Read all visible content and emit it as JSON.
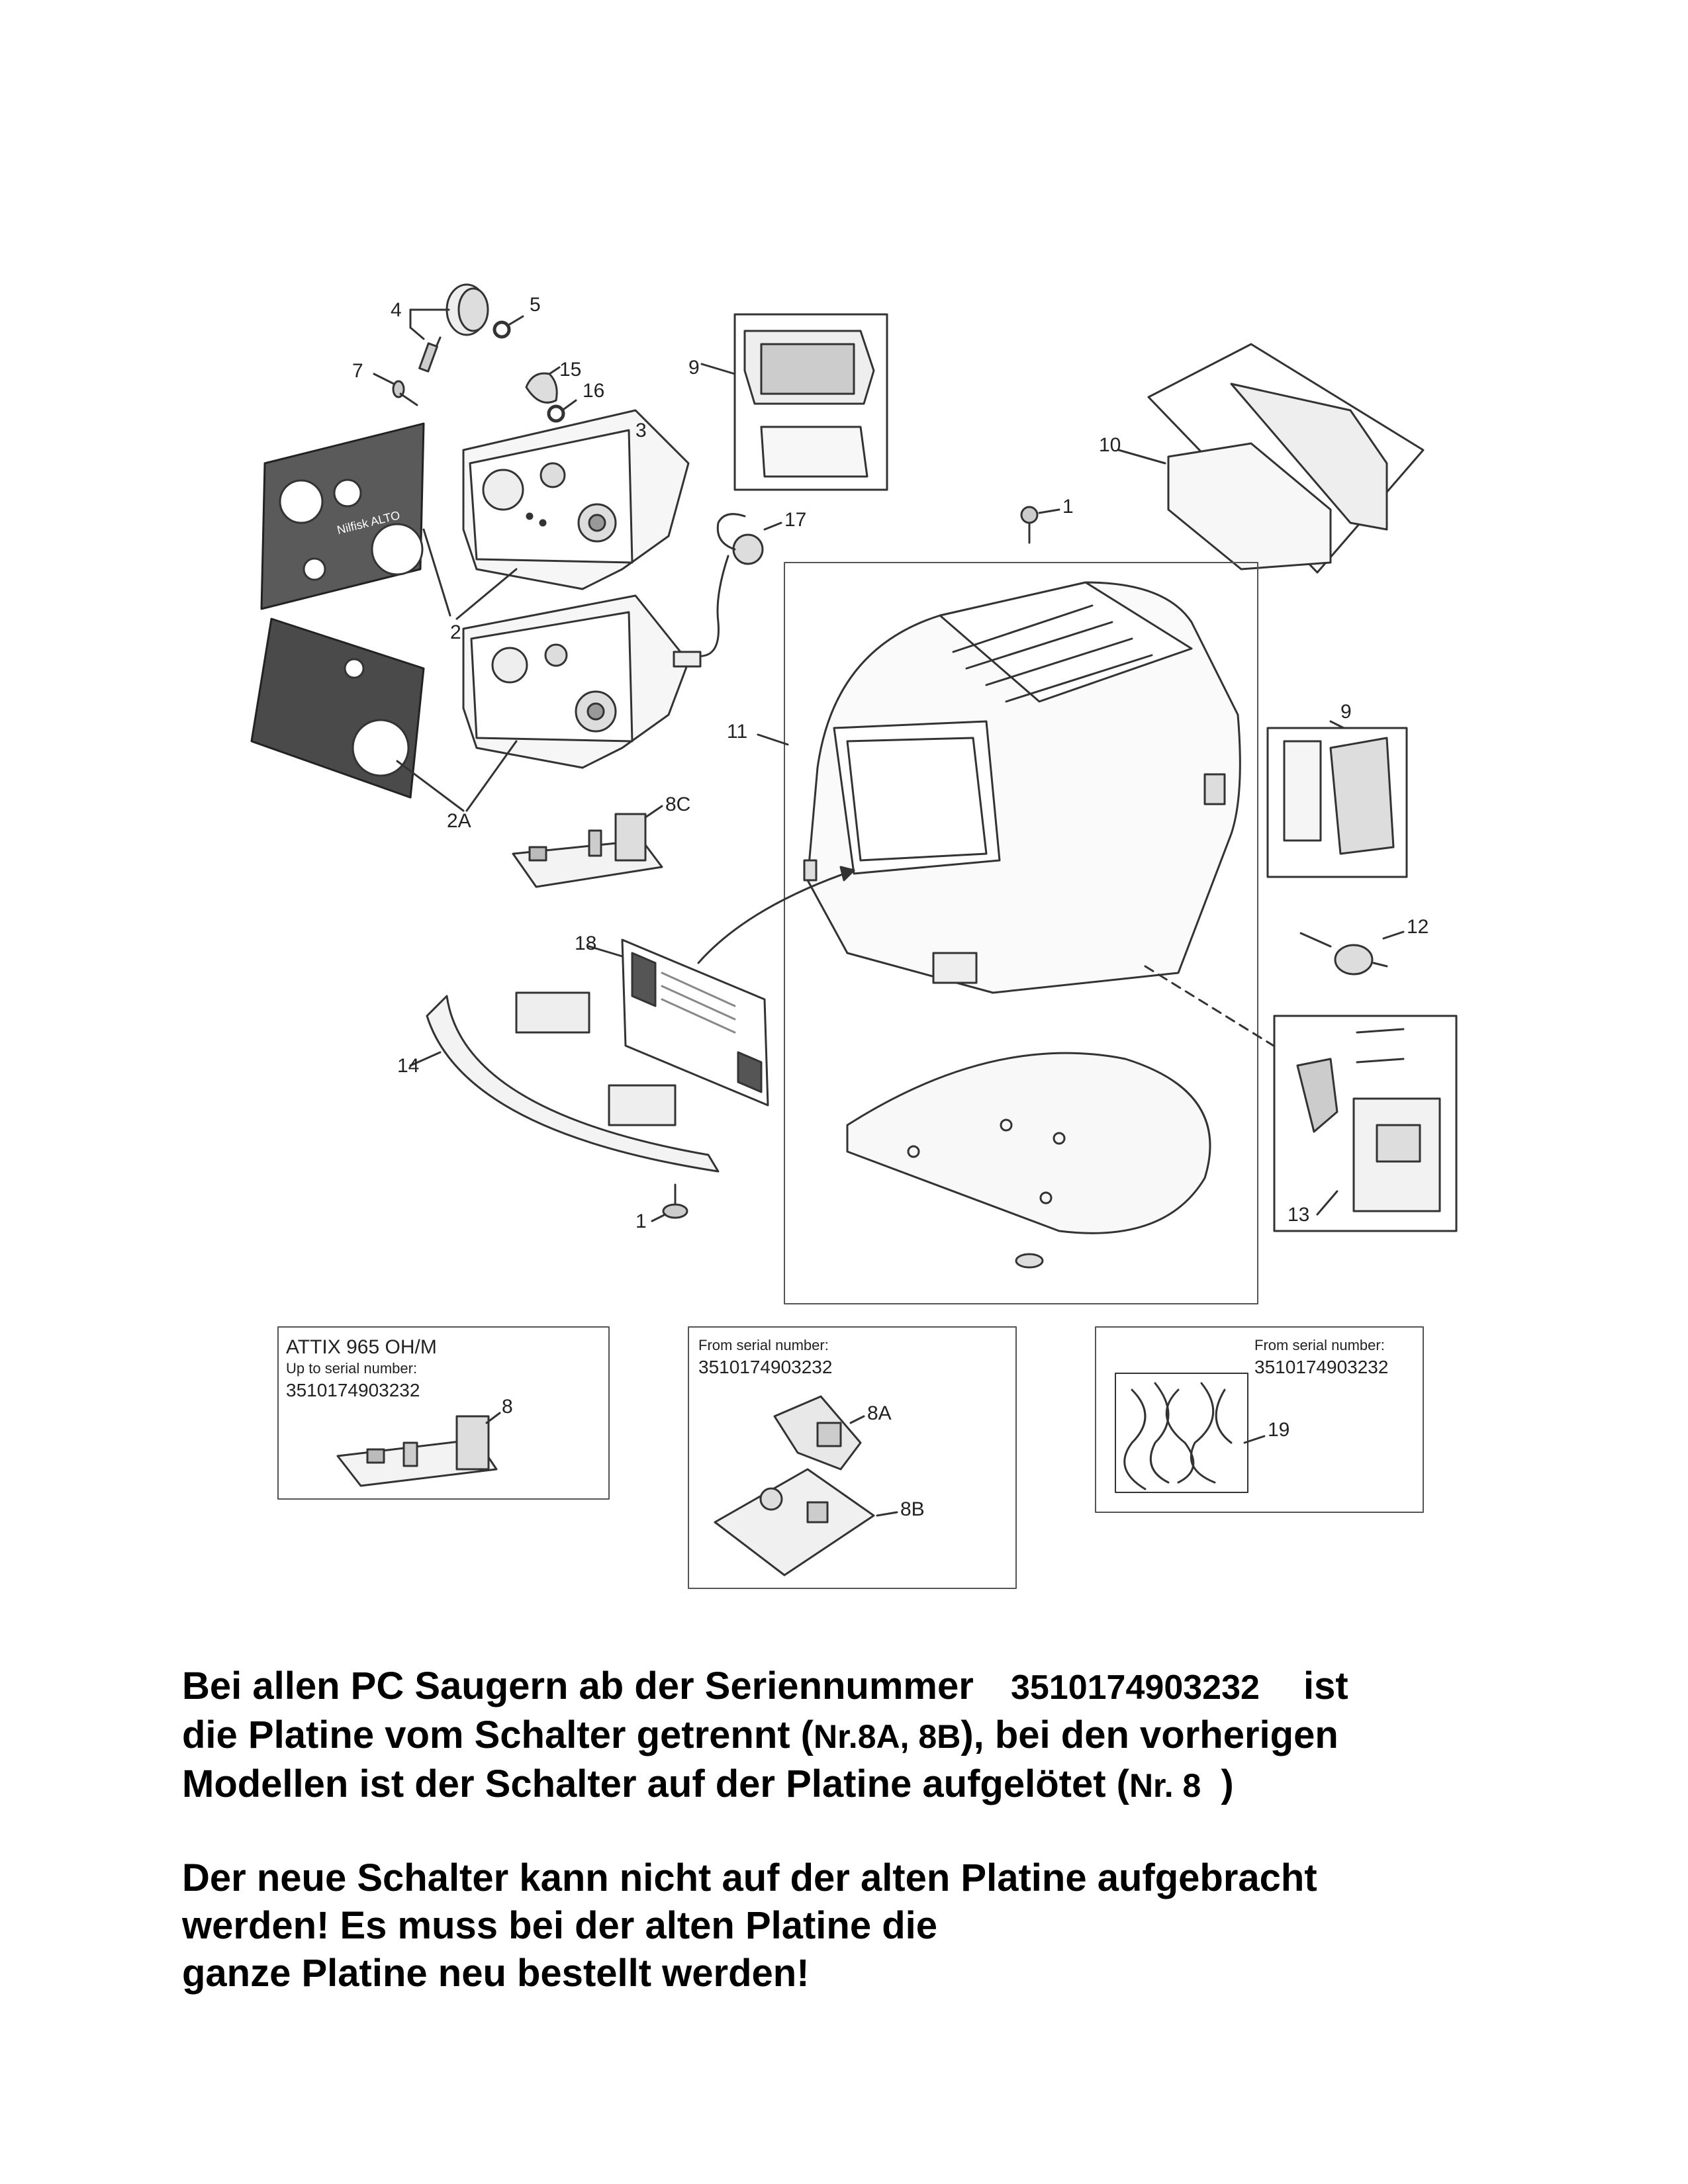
{
  "callouts": {
    "n1_top": "1",
    "n1_bottom": "1",
    "n2": "2",
    "n2a": "2A",
    "n3": "3",
    "n4": "4",
    "n5": "5",
    "n7": "7",
    "n8c": "8C",
    "n9_top": "9",
    "n9_right": "9",
    "n10": "10",
    "n11": "11",
    "n12": "12",
    "n13": "13",
    "n14": "14",
    "n15": "15",
    "n16": "16",
    "n17": "17",
    "n18": "18"
  },
  "panel_label_left": "Nilfisk ALTO",
  "box_old": {
    "title": "ATTIX 965 OH/M",
    "caption": "Up to serial number:",
    "serial": "3510174903232",
    "part": "8"
  },
  "box_new": {
    "caption": "From serial number:",
    "serial": "3510174903232",
    "part_a": "8A",
    "part_b": "8B"
  },
  "box_filter": {
    "caption": "From serial number:",
    "serial": "3510174903232",
    "part": "19"
  },
  "note": {
    "line1_prefix": "Bei allen PC Saugern ab der Seriennummer",
    "line1_serial": "3510174903232",
    "line1_suffix": "ist",
    "line2_prefix": "die Platine vom Schalter getrennt (",
    "line2_ref": "Nr.8A, 8B",
    "line2_suffix": "), bei den vorherigen",
    "line3_prefix": "Modellen ist der Schalter auf der Platine aufgelötet (",
    "line3_ref": "Nr. 8",
    "line3_suffix": ")",
    "line4": "Der neue Schalter kann nicht auf der alten Platine aufgebracht",
    "line5": "werden! Es muss bei der alten Platine die",
    "line6": "ganze Platine neu bestellt werden!"
  }
}
